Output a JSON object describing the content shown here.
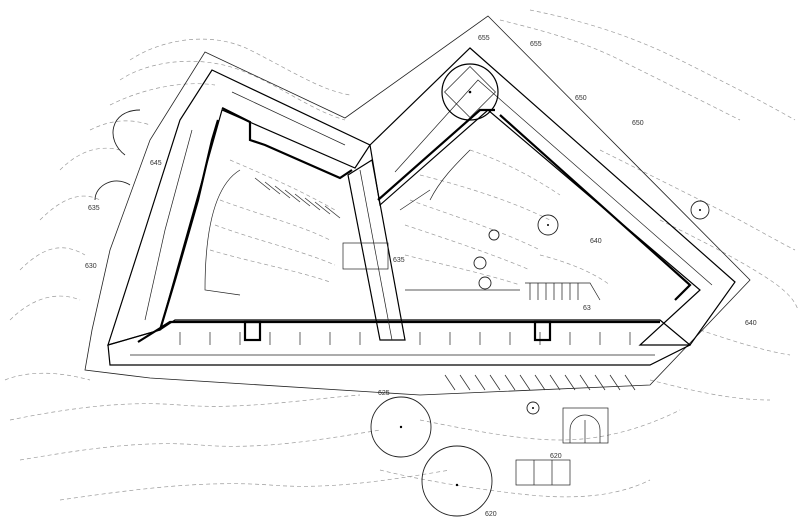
{
  "contour_labels": {
    "c655a": "655",
    "c655b": "655",
    "c650a": "650",
    "c650b": "650",
    "c645": "645",
    "c640a": "640",
    "c640b": "640",
    "c635a": "635",
    "c635b": "635",
    "c630": "630",
    "c625": "625",
    "c620a": "620",
    "c620b": "620",
    "c63": "63"
  }
}
